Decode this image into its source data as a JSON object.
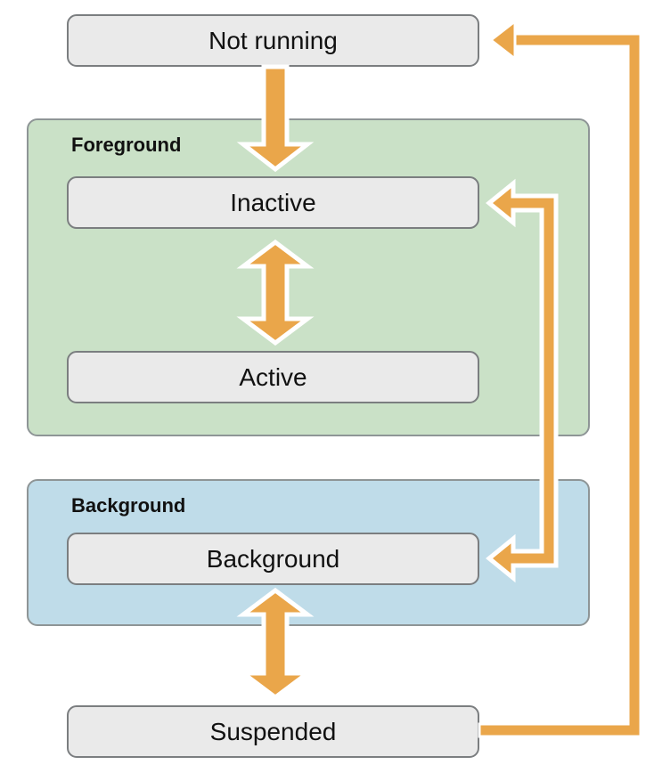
{
  "diagram": {
    "nodes": {
      "not_running": {
        "label": "Not running"
      },
      "inactive": {
        "label": "Inactive"
      },
      "active": {
        "label": "Active"
      },
      "background": {
        "label": "Background"
      },
      "suspended": {
        "label": "Suspended"
      }
    },
    "groups": {
      "foreground": {
        "label": "Foreground"
      },
      "background": {
        "label": "Background"
      }
    },
    "edges": [
      {
        "from": "Not running",
        "to": "Inactive",
        "direction": "one-way"
      },
      {
        "from": "Inactive",
        "to": "Active",
        "direction": "two-way"
      },
      {
        "from": "Inactive",
        "to": "Background",
        "direction": "two-way"
      },
      {
        "from": "Background",
        "to": "Suspended",
        "direction": "two-way"
      },
      {
        "from": "Suspended",
        "to": "Not running",
        "direction": "one-way"
      }
    ],
    "colors": {
      "node_fill": "#EAEAEA",
      "node_border": "#7B7E80",
      "group_border": "#8E9596",
      "foreground_fill": "#CAE1C7",
      "background_fill": "#BFDCE9",
      "arrow_fill": "#EAA64A",
      "arrow_outline": "#FFFFFF",
      "text_color": "#111111"
    }
  }
}
